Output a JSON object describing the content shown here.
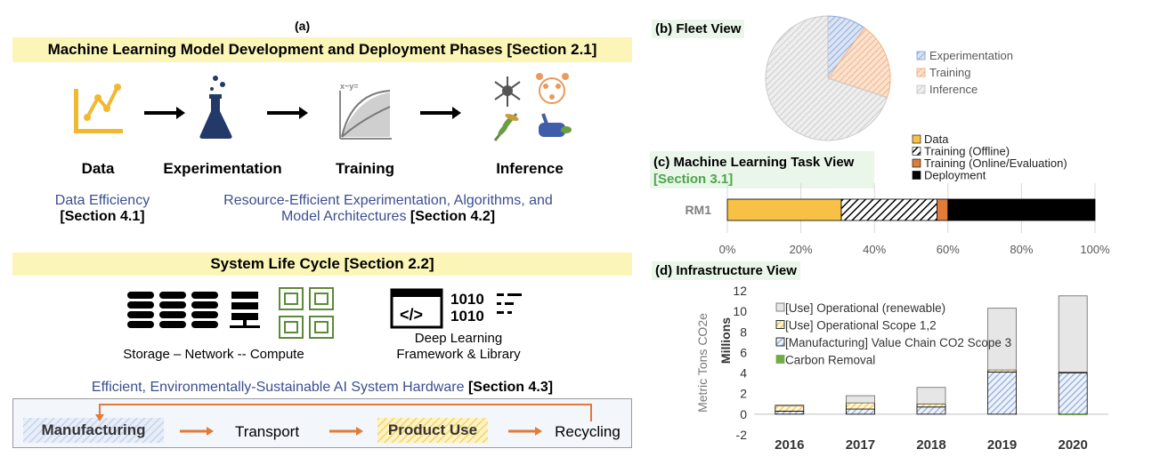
{
  "panel_a": {
    "label": "(a)",
    "title": "Machine Learning Model Development and Deployment Phases [Section 2.1]",
    "stages": [
      "Data",
      "Experimentation",
      "Training",
      "Inference"
    ],
    "training_icon_text": "x~y=",
    "data_eff_line1": "Data Efficiency",
    "data_eff_section": "[Section 4.1]",
    "resource_line1": "Resource-Efficient Experimentation, Algorithms, and",
    "resource_line2": "Model Architectures",
    "resource_section": "[Section 4.2]",
    "lifecycle_title": "System Life Cycle [Section 2.2]",
    "storage_caption": "Storage – Network -- Compute",
    "framework_caption_1": "Deep Learning",
    "framework_caption_2": "Framework & Library",
    "binary_1": "1010",
    "binary_2": "1010",
    "hw_line": "Efficient, Environmentally-Sustainable AI System Hardware",
    "hw_section": "[Section 4.3]",
    "lifecycle_steps": [
      "Manufacturing",
      "Transport",
      "Product Use",
      "Recycling"
    ]
  },
  "panel_b": {
    "label": "(b) Fleet View"
  },
  "panel_c": {
    "label": "(c) Machine Learning Task View",
    "section": "[Section 3.1]"
  },
  "panel_d": {
    "label": "(d) Infrastructure View"
  },
  "chart_data": [
    {
      "type": "pie",
      "title": "",
      "labels": [
        "Experimentation",
        "Training",
        "Inference"
      ],
      "values": [
        10,
        20,
        70
      ],
      "colors": [
        "#8faadc",
        "#f4b183",
        "#c9c9c9"
      ],
      "legend": "right"
    },
    {
      "type": "bar",
      "orientation": "horizontal",
      "stacked": true,
      "categories": [
        "RM1"
      ],
      "series": [
        {
          "name": "Data",
          "values": [
            31
          ],
          "color": "#f6c144"
        },
        {
          "name": "Training (Offline)",
          "values": [
            26
          ],
          "color": "#000000"
        },
        {
          "name": "Training (Online/Evaluation)",
          "values": [
            3
          ],
          "color": "#e07b39"
        },
        {
          "name": "Deployment",
          "values": [
            40
          ],
          "color": "#000000"
        }
      ],
      "xlim": [
        0,
        100
      ],
      "xticks": [
        "0%",
        "20%",
        "40%",
        "60%",
        "80%",
        "100%"
      ],
      "legend": "top"
    },
    {
      "type": "bar",
      "stacked": true,
      "categories": [
        "2016",
        "2017",
        "2018",
        "2019",
        "2020"
      ],
      "series": [
        {
          "name": "[Use] Operational (renewable)",
          "values": [
            0.1,
            0.7,
            1.6,
            6.0,
            7.4
          ],
          "color": "#e6e6e6"
        },
        {
          "name": "[Use] Operational Scope 1,2",
          "values": [
            0.5,
            0.6,
            0.3,
            0.2,
            0.1
          ],
          "color": "#f6c144"
        },
        {
          "name": "[Manufacturing] Value Chain CO2 Scope 3",
          "values": [
            0.3,
            0.5,
            0.7,
            4.1,
            4.0
          ],
          "color": "#8faadc"
        },
        {
          "name": "Carbon Removal",
          "values": [
            0,
            0,
            0,
            0,
            -0.1
          ],
          "color": "#70ad47"
        }
      ],
      "ylabel": "Metric Tons CO2e",
      "ylabel2": "Millions",
      "ylim": [
        -2,
        12
      ],
      "yticks": [
        "-2",
        "0",
        "2",
        "4",
        "6",
        "8",
        "10",
        "12"
      ],
      "legend": "top-left"
    }
  ]
}
